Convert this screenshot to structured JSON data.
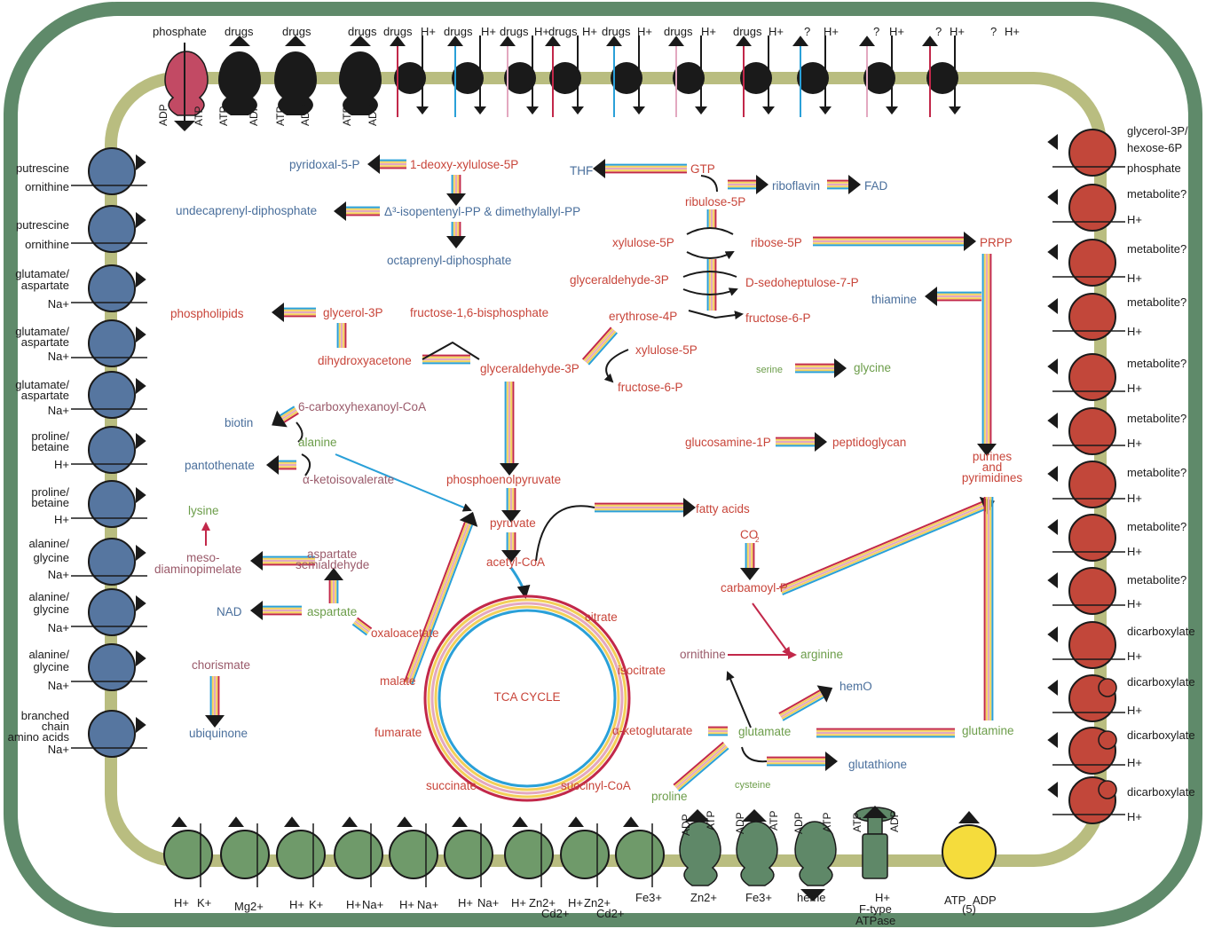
{
  "colors": {
    "cell_wall": "#5f8a6a",
    "membrane": "#b9bd80",
    "red_transporter": "#c2473a",
    "blue_transporter": "#5676a0",
    "green_transporter": "#6f9a6a",
    "pink_transporter": "#c24a64",
    "yellow_transporter": "#f5dc3c",
    "label_red": "#c8453a",
    "label_blue": "#4a6f9c",
    "label_green": "#6c9d4a",
    "label_mauve": "#9a5a6a"
  },
  "center": {
    "tca": "TCA CYCLE"
  },
  "top_labels": [
    "phosphate",
    "drugs",
    "drugs",
    "drugs",
    "drugs",
    "H+",
    "drugs",
    "H+",
    "drugs",
    "H+",
    "drugs",
    "H+",
    "drugs",
    "H+",
    "drugs",
    "H+",
    "drugs",
    "H+",
    "?",
    "H+",
    "?",
    "H+",
    "?",
    "H+",
    "?",
    "H+"
  ],
  "top_atp_labels": [
    "ADP",
    "ATP",
    "ATP",
    "ADP",
    "ATP",
    "ADP",
    "ATP",
    "ADP"
  ],
  "left_labels": [
    "putrescine",
    "ornithine",
    "putrescine",
    "ornithine",
    "glutamate/",
    "aspartate",
    "Na+",
    "glutamate/",
    "aspartate",
    "Na+",
    "glutamate/",
    "aspartate",
    "Na+",
    "proline/",
    "betaine",
    "H+",
    "proline/",
    "betaine",
    "H+",
    "alanine/",
    "glycine",
    "Na+",
    "alanine/",
    "glycine",
    "Na+",
    "alanine/",
    "glycine",
    "Na+",
    "branched",
    "chain",
    "amino acids",
    "Na+"
  ],
  "right_labels": [
    "glycerol-3P/",
    "hexose-6P",
    "phosphate",
    "metabolite?",
    "H+",
    "metabolite?",
    "H+",
    "metabolite?",
    "H+",
    "metabolite?",
    "H+",
    "metabolite?",
    "H+",
    "metabolite?",
    "H+",
    "metabolite?",
    "H+",
    "metabolite?",
    "H+",
    "dicarboxylate",
    "H+",
    "dicarboxylate",
    "H+",
    "dicarboxylate",
    "H+",
    "dicarboxylate",
    "H+"
  ],
  "bottom_labels": [
    "H+",
    "K+",
    "Mg2+",
    "H+",
    "K+",
    "H+",
    "Na+",
    "H+",
    "Na+",
    "H+",
    "Na+",
    "H+",
    "Zn2+",
    "Cd2+",
    "H+",
    "Zn2+",
    "Cd2+",
    "Fe3+",
    "Zn2+",
    "Fe3+",
    "heme",
    "H+",
    "F-type",
    "ATPase",
    "ATP",
    "ADP",
    "(5)"
  ],
  "bottom_atp_labels": [
    "ADP",
    "ATP",
    "ADP",
    "ATP",
    "ADP",
    "ATP",
    "ATP",
    "ADP"
  ],
  "metabolites": {
    "pyridoxal": "pyridoxal-5-P",
    "deoxyxylulose": "1-deoxy-xylulose-5P",
    "undecaprenyl": "undecaprenyl-diphosphate",
    "isopentenyl": "Δ³-isopentenyl-PP & dimethylallyl-PP",
    "octaprenyl": "octaprenyl-diphosphate",
    "thf": "THF",
    "gtp": "GTP",
    "riboflavin": "riboflavin",
    "fad": "FAD",
    "ribulose": "ribulose-5P",
    "xylulose5p": "xylulose-5P",
    "ribose": "ribose-5P",
    "prpp": "PRPP",
    "g3p_ppp": "glyceraldehyde-3P",
    "sedoheptulose": "D-sedoheptulose-7-P",
    "thiamine": "thiamine",
    "phospholipids": "phospholipids",
    "glycerol3p": "glycerol-3P",
    "fbp": "fructose-1,6-bisphosphate",
    "erythrose": "erythrose-4P",
    "f6p_a": "fructose-6-P",
    "dhap": "dihydroxyacetone",
    "g3p": "glyceraldehyde-3P",
    "xylulose5p_b": "xylulose-5P",
    "f6p_b": "fructose-6-P",
    "serine": "serine",
    "glycine": "glycine",
    "carboxyhexanoyl": "6-carboxyhexanoyl-CoA",
    "biotin": "biotin",
    "alanine": "alanine",
    "pantothenate": "pantothenate",
    "ketoisovalerate": "α-ketoisovalerate",
    "glucosamine": "glucosamine-1P",
    "peptidoglycan": "peptidoglycan",
    "purines": "purines",
    "and": "and",
    "pyrimidines": "pyrimidines",
    "pep": "phosphoenolpyruvate",
    "lysine": "lysine",
    "pyruvate": "pyruvate",
    "fatty_acids": "fatty acids",
    "co2": "CO",
    "co2_sub": "2",
    "meso": "meso-",
    "dap": "diaminopimelate",
    "asp_semi1": "aspartate",
    "asp_semi2": "semialdehyde",
    "acetylcoa": "acetyl-CoA",
    "carbamoyl": "carbamoyl-P",
    "nad": "NAD",
    "aspartate": "aspartate",
    "oxaloacetate": "oxaloacetate",
    "citrate": "citrate",
    "ornithine": "ornithine",
    "arginine": "arginine",
    "chorismate": "chorismate",
    "isocitrate": "isocitrate",
    "malate": "malate",
    "hemo": "hemO",
    "ubiquinone": "ubiquinone",
    "fumarate": "fumarate",
    "akg": "α-ketoglutarate",
    "glutamate": "glutamate",
    "glutamine": "glutamine",
    "glutathione": "glutathione",
    "succinate": "succinate",
    "succinylcoa": "succinyl-CoA",
    "cysteine": "cysteine",
    "proline": "proline"
  }
}
